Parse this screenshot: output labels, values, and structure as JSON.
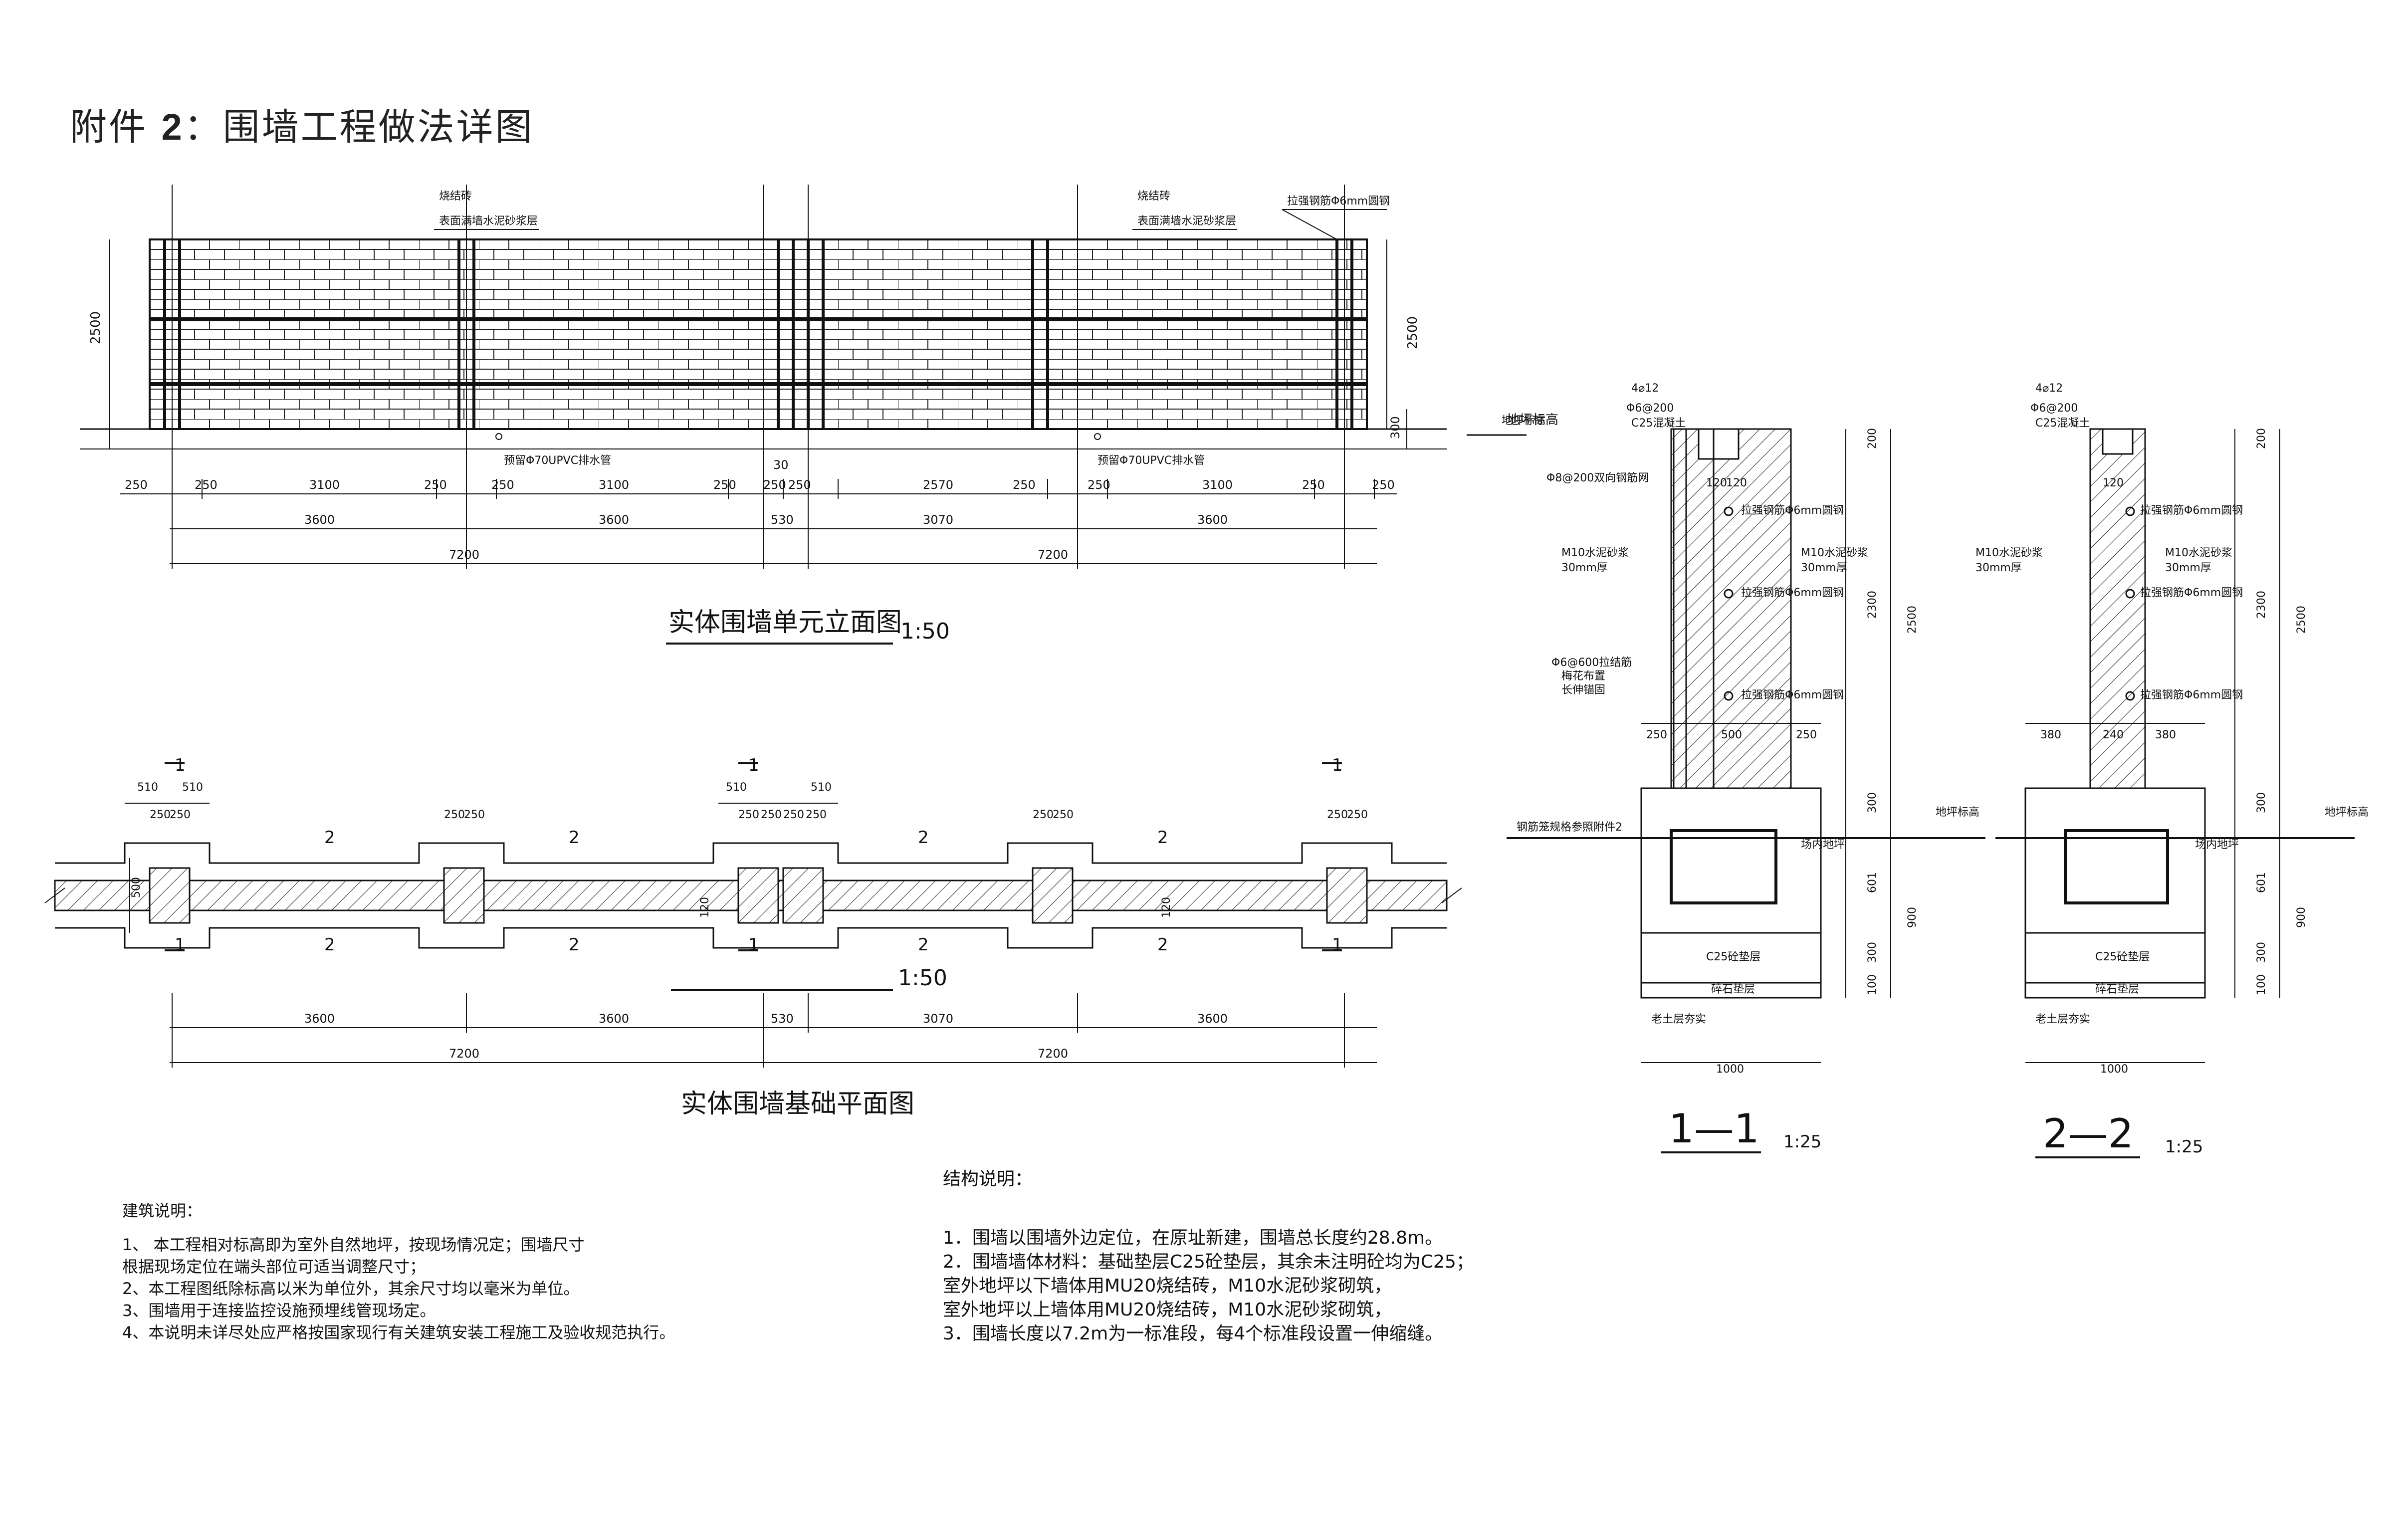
{
  "title": {
    "prefix": "附件",
    "num": "2",
    "text": "：围墙工程做法详图"
  },
  "elevation": {
    "title": "实体围墙单元立面图",
    "scale": "1:50",
    "lbl_brick_1": "烧结砖",
    "lbl_render_1": "表面满墙水泥砂浆层",
    "lbl_brick_2": "烧结砖",
    "lbl_render_2": "表面满墙水泥砂浆层",
    "lbl_tie": "拉强钢筋Φ6mm圆钢",
    "lbl_pipe_1": "预留Φ70UPVC排水管",
    "lbl_pipe_2": "预留Φ70UPVC排水管",
    "h_left": "2500",
    "h_right": "2500",
    "h_base": "300",
    "ground": "地坪标高",
    "dims_row1": [
      "250",
      "250",
      "3100",
      "250",
      "250",
      "3100",
      "250",
      "250",
      "250",
      "2570",
      "250",
      "250",
      "3100",
      "250",
      "250"
    ],
    "dim_30": "30",
    "dims_row2": [
      "3600",
      "3600",
      "530",
      "3070",
      "3600"
    ],
    "dims_row3": [
      "7200",
      "7200"
    ]
  },
  "plan": {
    "title": "实体围墙基础平面图",
    "scale": "1:50",
    "sec1": "1",
    "sec2": "2",
    "d510": "510",
    "d250": "250",
    "d500": "500",
    "d120": "120",
    "dims_row2": [
      "3600",
      "3600",
      "530",
      "3070",
      "3600"
    ],
    "dims_row3": [
      "7200",
      "7200"
    ]
  },
  "section1": {
    "title": "1—1",
    "scale": "1:25",
    "rebar_top": "4⌀12",
    "stirrup": "Φ6@200",
    "conc": "C25混凝土",
    "lbl_mesh": "Φ8@200双向钢筋网",
    "lbl_m10_l": "M10水泥砂浆",
    "lbl_30_l": "30mm厚",
    "lbl_m10_r": "M10水泥砂浆",
    "lbl_30_r": "30mm厚",
    "lbl_tie_bar": "Φ6@600拉结筋",
    "lbl_tie_sub": "梅花布置",
    "lbl_tie_sub2": "长伸锚固",
    "lbl_tie": "拉强钢筋Φ6mm圆钢",
    "lbl_cage": "钢筋笼规格参照附件2",
    "lbl_ground": "地坪标高",
    "lbl_inside": "场内地坪",
    "lbl_cushion": "C25砼垫层",
    "lbl_gravel": "碎石垫层",
    "lbl_soil": "老土层夯实",
    "d120": "120",
    "d120b": "120",
    "w_left": "250",
    "w_mid": "500",
    "w_right": "250",
    "w_base": "1000",
    "v": [
      "200",
      "2300",
      "2500",
      "300",
      "601",
      "300",
      "900",
      "100"
    ]
  },
  "section2": {
    "title": "2—2",
    "scale": "1:25",
    "rebar_top": "4⌀12",
    "stirrup": "Φ6@200",
    "conc": "C25混凝土",
    "lbl_m10_l": "M10水泥砂浆",
    "lbl_30_l": "30mm厚",
    "lbl_m10_r": "M10水泥砂浆",
    "lbl_30_r": "30mm厚",
    "lbl_tie": "拉强钢筋Φ6mm圆钢",
    "lbl_ground": "地坪标高",
    "lbl_inside": "场内地坪",
    "lbl_cushion": "C25砼垫层",
    "lbl_gravel": "碎石垫层",
    "lbl_soil": "老土层夯实",
    "d120": "120",
    "w_left": "380",
    "w_mid": "240",
    "w_right": "380",
    "w_base": "1000",
    "v": [
      "200",
      "2300",
      "2500",
      "300",
      "601",
      "300",
      "900",
      "100"
    ]
  },
  "arch_notes": {
    "heading": "建筑说明：",
    "lines": [
      "1、  本工程相对标高即为室外自然地坪，按现场情况定；围墙尺寸",
      "根据现场定位在端头部位可适当调整尺寸；",
      "2、本工程图纸除标高以米为单位外，其余尺寸均以毫米为单位。",
      "3、围墙用于连接监控设施预埋线管现场定。",
      "4、本说明未详尽处应严格按国家现行有关建筑安装工程施工及验收规范执行。"
    ]
  },
  "struct_notes": {
    "heading": "结构说明：",
    "lines": [
      "1．围墙以围墙外边定位，在原址新建，围墙总长度约28.8m。",
      "2．围墙墙体材料：基础垫层C25砼垫层，其余未注明砼均为C25；",
      "    室外地坪以下墙体用MU20烧结砖，M10水泥砂浆砌筑，",
      "    室外地坪以上墙体用MU20烧结砖，M10水泥砂浆砌筑，",
      "3．围墙长度以7.2m为一标准段，每4个标准段设置一伸缩缝。"
    ]
  }
}
